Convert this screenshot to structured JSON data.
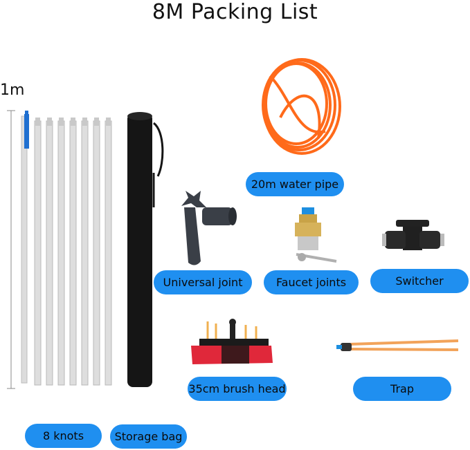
{
  "title": "8M Packing List",
  "scale_label": "1m",
  "labels": {
    "water_pipe": "20m water pipe",
    "universal_joint": "Universal joint",
    "faucet_joints": "Faucet joints",
    "switcher": "Switcher",
    "brush_head": "35cm brush head",
    "trap": "Trap",
    "knots": "8 knots",
    "storage_bag": "Storage bag"
  },
  "colors": {
    "label_bg": "#1f8ff0",
    "pipe": "#ff6a1a",
    "pole": "#d8d8d8",
    "bag": "#151515",
    "brush_red": "#e0283a"
  }
}
